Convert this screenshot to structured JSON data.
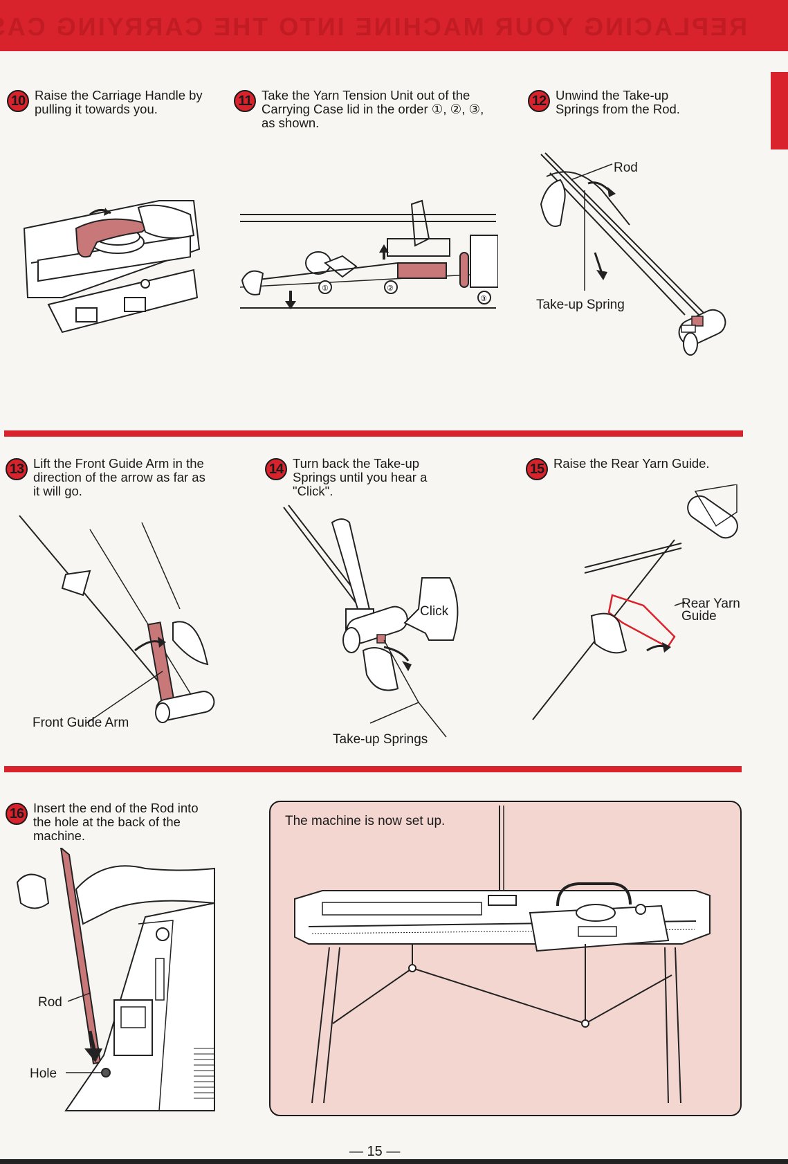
{
  "banner": {
    "title": "REPLACING YOUR MACHINE INTO THE CARRYING CASE"
  },
  "steps": [
    {
      "num": "10",
      "text": "Raise the Carriage Handle by pulling it towards you."
    },
    {
      "num": "11",
      "text": "Take the Yarn Tension Unit out of the Carrying Case lid in the order ①, ②, ③, as shown."
    },
    {
      "num": "12",
      "text": "Unwind the Take-up Springs from the Rod."
    },
    {
      "num": "13",
      "text": "Lift the Front Guide Arm in the direction of the arrow as far as it will go."
    },
    {
      "num": "14",
      "text": "Turn back the Take-up Springs until you hear a \"Click\"."
    },
    {
      "num": "15",
      "text": "Raise the Rear Yarn Guide."
    },
    {
      "num": "16",
      "text": "Insert the end of the Rod into the hole at the back of the machine."
    }
  ],
  "labels": {
    "rod": "Rod",
    "take_up_spring": "Take-up Spring",
    "front_guide_arm": "Front Guide Arm",
    "click": "Click",
    "take_up_springs": "Take-up Springs",
    "rear_yarn_guide_1": "Rear Yarn",
    "rear_yarn_guide_2": "Guide",
    "rod_16": "Rod",
    "hole": "Hole",
    "order_1": "①",
    "order_2": "②",
    "order_3": "③"
  },
  "final": {
    "text": "The machine is now set up."
  },
  "page_number": "— 15 —",
  "colors": {
    "accent": "#d8232c",
    "illustration_fill": "#c9787a",
    "panel_bg": "#f4d6d1"
  }
}
